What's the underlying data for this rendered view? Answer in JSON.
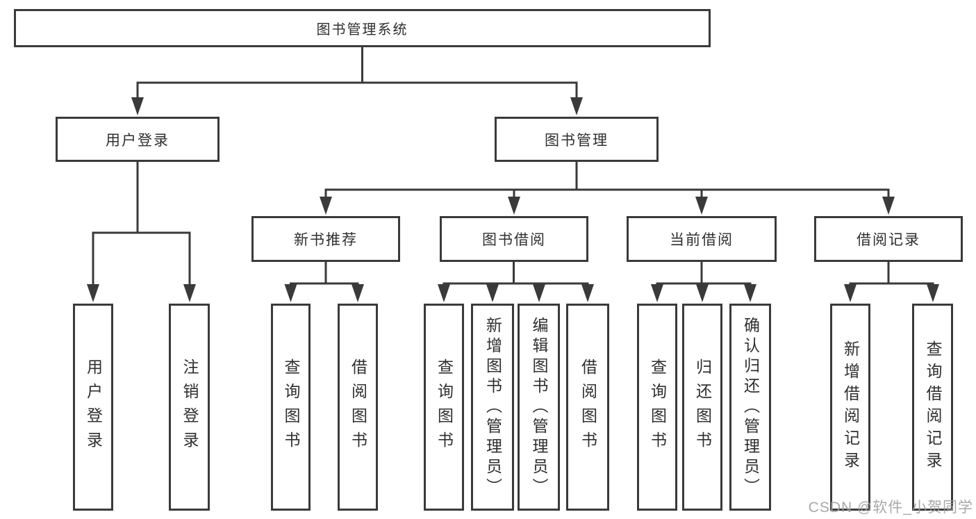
{
  "diagram": {
    "root_label": "图书管理系统",
    "branches": [
      {
        "label": "用户登录",
        "children": [
          {
            "label": "用户登录"
          },
          {
            "label": "注销登录"
          }
        ]
      },
      {
        "label": "图书管理",
        "children": [
          {
            "label": "新书推荐",
            "children": [
              {
                "label": "查询图书"
              },
              {
                "label": "借阅图书"
              }
            ]
          },
          {
            "label": "图书借阅",
            "children": [
              {
                "label": "查询图书"
              },
              {
                "label": "新增图书（管理员）"
              },
              {
                "label": "编辑图书（管理员）"
              },
              {
                "label": "借阅图书"
              }
            ]
          },
          {
            "label": "当前借阅",
            "children": [
              {
                "label": "查询图书"
              },
              {
                "label": "归还图书"
              },
              {
                "label": "确认归还（管理员）"
              }
            ]
          },
          {
            "label": "借阅记录",
            "children": [
              {
                "label": "新增借阅记录"
              },
              {
                "label": "查询借阅记录"
              }
            ]
          }
        ]
      }
    ]
  },
  "watermark": {
    "text": "CSDN @软件_小贺同学"
  },
  "colors": {
    "line": "#3a3a3a",
    "box_border": "#3a3a3a",
    "text": "#2f2f2f",
    "watermark": "#9e9e9e",
    "background": "#ffffff"
  }
}
